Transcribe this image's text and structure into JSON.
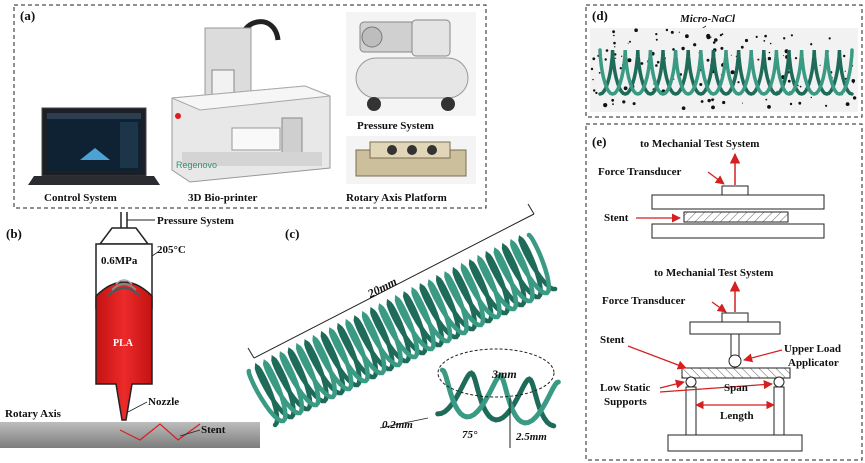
{
  "panels": {
    "a": "(a)",
    "b": "(b)",
    "c": "(c)",
    "d": "(d)",
    "e": "(e)"
  },
  "panel_a": {
    "control_system": "Control System",
    "bioprinter": "3D Bio-printer",
    "pressure_system": "Pressure System",
    "rotary_platform": "Rotary Axis Platform",
    "printer_brand": "Regenovo"
  },
  "panel_b": {
    "pressure_system": "Pressure System",
    "temperature": "205°C",
    "pressure": "0.6MPa",
    "material": "PLA",
    "rotary_axis": "Rotary Axis",
    "nozzle": "Nozzle",
    "stent": "Stent"
  },
  "panel_c": {
    "length": "20mm",
    "diameter": "3mm",
    "strut": "0.2mm",
    "angle": "75°",
    "pitch": "2.5mm"
  },
  "panel_d": {
    "micro_nacl": "Micro-NaCl"
  },
  "panel_e": {
    "top_test_system": "to Mechanial Test System",
    "top_force": "Force Transducer",
    "top_stent": "Stent",
    "bottom_test_system": "to Mechanial Test System",
    "bottom_force": "Force Transducer",
    "bottom_stent": "Stent",
    "upper_load_1": "Upper Load",
    "upper_load_2": "Applicator",
    "low_static_1": "Low Static",
    "low_static_2": "Supports",
    "span_1": "Span",
    "span_2": "Length"
  },
  "colors": {
    "stent_green": "#3a9a84",
    "stent_dark": "#1f6b5a",
    "pla_red": "#e01b1b",
    "arrow_red": "#d42020"
  }
}
